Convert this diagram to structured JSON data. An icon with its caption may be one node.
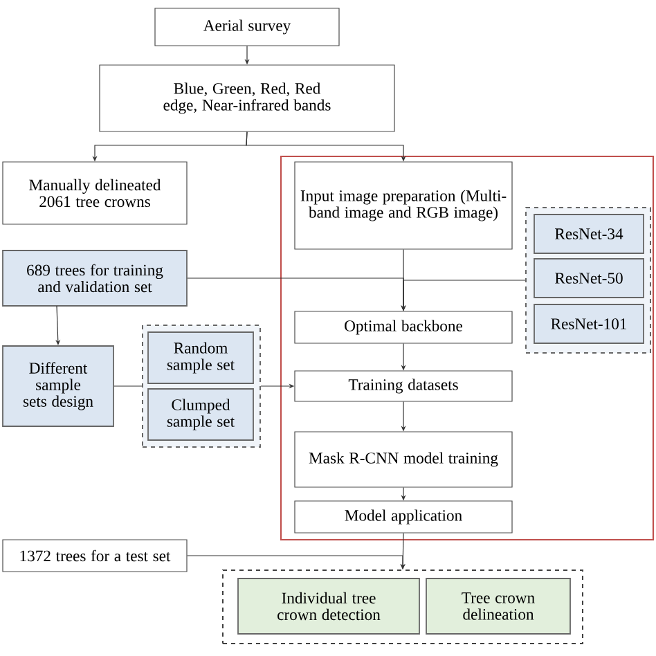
{
  "diagram": {
    "nodes": [
      {
        "text": [
          "Aerial survey"
        ]
      },
      {
        "text": [
          "Blue, Green, Red, Red edge, Near-infrared bands"
        ]
      },
      {
        "text": [
          "Manually delineated 2061 tree crowns"
        ]
      },
      {
        "text": [],
        "shape": "box"
      },
      {
        "text": [
          "Input image preparation (Multi-band image and RGB image)"
        ],
        "in": 3
      },
      {
        "text": [],
        "shape": "box",
        "in": 3
      },
      {
        "text": [
          "ResNet-34"
        ],
        "in": 5
      },
      {
        "text": [
          "ResNet-50"
        ],
        "in": 5
      },
      {
        "text": [
          "ResNet-101"
        ],
        "in": 5
      },
      {
        "text": [
          "689 trees for training and validation set"
        ]
      },
      {
        "text": [
          "Optimal backbone"
        ],
        "in": 3
      },
      {
        "text": [
          "Different sample sets design"
        ]
      },
      {
        "text": [],
        "shape": "box"
      },
      {
        "text": [
          "Random sample set"
        ],
        "in": 12
      },
      {
        "text": [
          "Clumped sample set"
        ],
        "in": 12
      },
      {
        "text": [
          "Training datasets"
        ],
        "in": 3
      },
      {
        "text": [
          "Mask R-CNN model training"
        ],
        "in": 3
      },
      {
        "text": [
          "Model application"
        ],
        "in": 3
      },
      {
        "text": [
          "1372 trees for a test set"
        ]
      },
      {
        "text": [],
        "shape": "box"
      },
      {
        "text": [
          "Individual tree crown detection"
        ],
        "in": 19
      },
      {
        "text": [
          "Tree crown delineation"
        ],
        "in": 19
      }
    ],
    "edges": [
      {
        "from": 0,
        "to": 1,
        "arrow": "to"
      },
      {
        "from": 1,
        "to": 2,
        "arrow": "to"
      },
      {
        "from": 1,
        "to": 4,
        "arrow": "to"
      },
      {
        "from": 9,
        "to": 10,
        "arrow": "to"
      },
      {
        "from": 5,
        "to": 10,
        "arrow": "to"
      },
      {
        "from": 4,
        "to": 10,
        "arrow": "to"
      },
      {
        "from": 9,
        "to": 11,
        "arrow": "to"
      },
      {
        "from": 11,
        "to": 12,
        "arrow": "none"
      },
      {
        "from": 12,
        "to": 15,
        "arrow": "to"
      },
      {
        "from": 10,
        "to": 15,
        "arrow": "to"
      },
      {
        "from": 15,
        "to": 16,
        "arrow": "to"
      },
      {
        "from": 16,
        "to": 17,
        "arrow": "to"
      },
      {
        "from": 17,
        "to": 19,
        "arrow": "to"
      },
      {
        "from": 18,
        "to": 19,
        "arrow": "to"
      }
    ]
  }
}
